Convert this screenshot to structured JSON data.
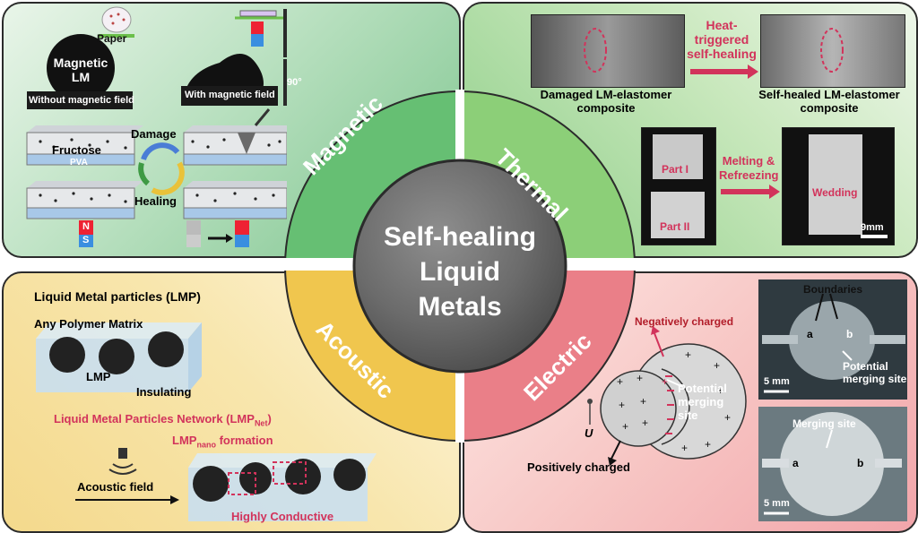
{
  "center": {
    "line1": "Self-healing",
    "line2": "Liquid",
    "line3": "Metals"
  },
  "ring": {
    "magnetic": "Magnetic",
    "thermal": "Thermal",
    "acoustic": "Acoustic",
    "electric": "Electric"
  },
  "magnetic_panel": {
    "paper": "Paper",
    "magnetic_lm": "Magnetic\nLM",
    "without_field": "Without magnetic field",
    "with_field": "With magnetic field",
    "angle": "90°",
    "fructose": "Fructose",
    "pva": "PVA",
    "damage": "Damage",
    "healing": "Healing",
    "n": "N",
    "s": "S"
  },
  "thermal_panel": {
    "heat": "Heat-\ntriggered\nself-healing",
    "damaged": "Damaged LM-elastomer\ncomposite",
    "self_healed": "Self-healed LM-elastomer\ncomposite",
    "part1": "Part I",
    "part2": "Part II",
    "melting": "Melting &\nRefreezing",
    "wedding": "Wedding",
    "scale": "9mm"
  },
  "acoustic_panel": {
    "title": "Liquid Metal particles (LMP)",
    "matrix": "Any Polymer Matrix",
    "lmp": "LMP",
    "insulating": "Insulating",
    "network_main": "Liquid Metal Particles Network (LMP",
    "network_sub": "Net",
    "network_end": ")",
    "nano_main": "LMP",
    "nano_sub": "nano",
    "nano_end": " formation",
    "acoustic_field": "Acoustic  field",
    "conductive": "Highly  Conductive"
  },
  "electric_panel": {
    "negative": "Negatively charged",
    "potential": "Potential\nmerging\nsite",
    "u": "U",
    "positive": "Positively charged",
    "boundaries": "Boundaries",
    "a": "a",
    "b": "b",
    "potential_site": "Potential\nmerging site",
    "scale1": "5 mm",
    "merging": "Merging site",
    "scale2": "5 mm"
  }
}
